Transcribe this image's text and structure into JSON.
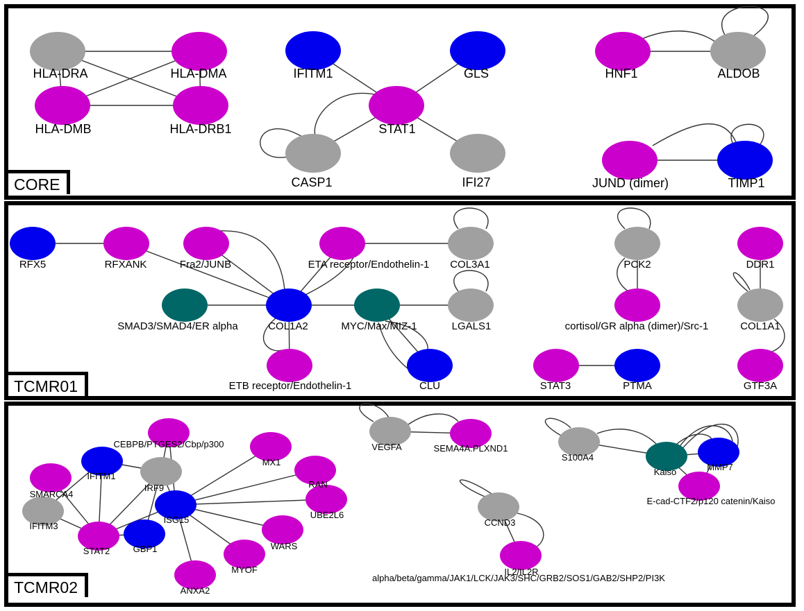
{
  "panels": [
    {
      "id": "core",
      "label": "CORE"
    },
    {
      "id": "tcmr01",
      "label": "TCMR01"
    },
    {
      "id": "tcmr02",
      "label": "TCMR02"
    }
  ],
  "colors": {
    "magenta": "#cc00cc",
    "blue": "#0000ee",
    "gray": "#a0a0a0",
    "teal": "#006666",
    "edge": "#333333"
  },
  "nodes": {
    "hla_dra": {
      "label": "HLA-DRA",
      "color": "gray"
    },
    "hla_dma": {
      "label": "HLA-DMA",
      "color": "magenta"
    },
    "hla_dmb": {
      "label": "HLA-DMB",
      "color": "magenta"
    },
    "hla_drb1": {
      "label": "HLA-DRB1",
      "color": "magenta"
    },
    "ifitm1_core": {
      "label": "IFITM1",
      "color": "blue"
    },
    "gls": {
      "label": "GLS",
      "color": "blue"
    },
    "stat1": {
      "label": "STAT1",
      "color": "magenta"
    },
    "casp1": {
      "label": "CASP1",
      "color": "gray"
    },
    "ifi27": {
      "label": "IFI27",
      "color": "gray"
    },
    "hnf1": {
      "label": "HNF1",
      "color": "magenta"
    },
    "aldob": {
      "label": "ALDOB",
      "color": "gray"
    },
    "jund": {
      "label": "JUND (dimer)",
      "color": "magenta"
    },
    "timp1": {
      "label": "TIMP1",
      "color": "blue"
    },
    "rfx5": {
      "label": "RFX5",
      "color": "blue"
    },
    "rfxank": {
      "label": "RFXANK",
      "color": "magenta"
    },
    "fra2": {
      "label": "Fra2/JUNB",
      "color": "magenta"
    },
    "eta": {
      "label": "ETA receptor/Endothelin-1",
      "color": "magenta"
    },
    "col3a1": {
      "label": "COL3A1",
      "color": "gray"
    },
    "smad": {
      "label": "SMAD3/SMAD4/ER alpha",
      "color": "teal"
    },
    "col1a2": {
      "label": "COL1A2",
      "color": "blue"
    },
    "myc": {
      "label": "MYC/Max/MIZ-1",
      "color": "teal"
    },
    "lgals1": {
      "label": "LGALS1",
      "color": "gray"
    },
    "etb": {
      "label": "ETB receptor/Endothelin-1",
      "color": "magenta"
    },
    "clu": {
      "label": "CLU",
      "color": "blue"
    },
    "pck2": {
      "label": "PCK2",
      "color": "gray"
    },
    "cortisol": {
      "label": "cortisol/GR alpha (dimer)/Src-1",
      "color": "magenta"
    },
    "ddr1": {
      "label": "DDR1",
      "color": "magenta"
    },
    "col1a1": {
      "label": "COL1A1",
      "color": "gray"
    },
    "stat3": {
      "label": "STAT3",
      "color": "magenta"
    },
    "ptma": {
      "label": "PTMA",
      "color": "blue"
    },
    "gtf3a": {
      "label": "GTF3A",
      "color": "magenta"
    },
    "cebpb": {
      "label": "CEBPB/PTGES2/Cbp/p300",
      "color": "magenta"
    },
    "ifitm1": {
      "label": "IFITM1",
      "color": "blue"
    },
    "irf9": {
      "label": "IRF9",
      "color": "gray"
    },
    "mx1": {
      "label": "MX1",
      "color": "magenta"
    },
    "smarca4": {
      "label": "SMARCA4",
      "color": "magenta"
    },
    "ran": {
      "label": "RAN",
      "color": "magenta"
    },
    "isg15": {
      "label": "ISG15",
      "color": "blue"
    },
    "ube2l6": {
      "label": "UBE2L6",
      "color": "magenta"
    },
    "ifitm3": {
      "label": "IFITM3",
      "color": "gray"
    },
    "stat2": {
      "label": "STAT2",
      "color": "magenta"
    },
    "gbp1": {
      "label": "GBP1",
      "color": "blue"
    },
    "wars": {
      "label": "WARS",
      "color": "magenta"
    },
    "myof": {
      "label": "MYOF",
      "color": "magenta"
    },
    "anxa2": {
      "label": "ANXA2",
      "color": "magenta"
    },
    "vegfa": {
      "label": "VEGFA",
      "color": "gray"
    },
    "sema4a": {
      "label": "SEMA4A:PLXND1",
      "color": "magenta"
    },
    "s100a4": {
      "label": "S100A4",
      "color": "gray"
    },
    "kaiso": {
      "label": "Kaiso",
      "color": "teal"
    },
    "mmp7": {
      "label": "MMP7",
      "color": "blue"
    },
    "ecad": {
      "label": "E-cad-CTF2/p120 catenin/Kaiso",
      "color": "magenta"
    },
    "ccnd3": {
      "label": "CCND3",
      "color": "gray"
    },
    "il2": {
      "label": "IL2/IL2R",
      "color": "magenta"
    },
    "il2_cont": {
      "label": "alpha/beta/gamma/JAK1/LCK/JAK3/SHC/GRB2/SOS1/GAB2/SHP2/PI3K"
    }
  }
}
